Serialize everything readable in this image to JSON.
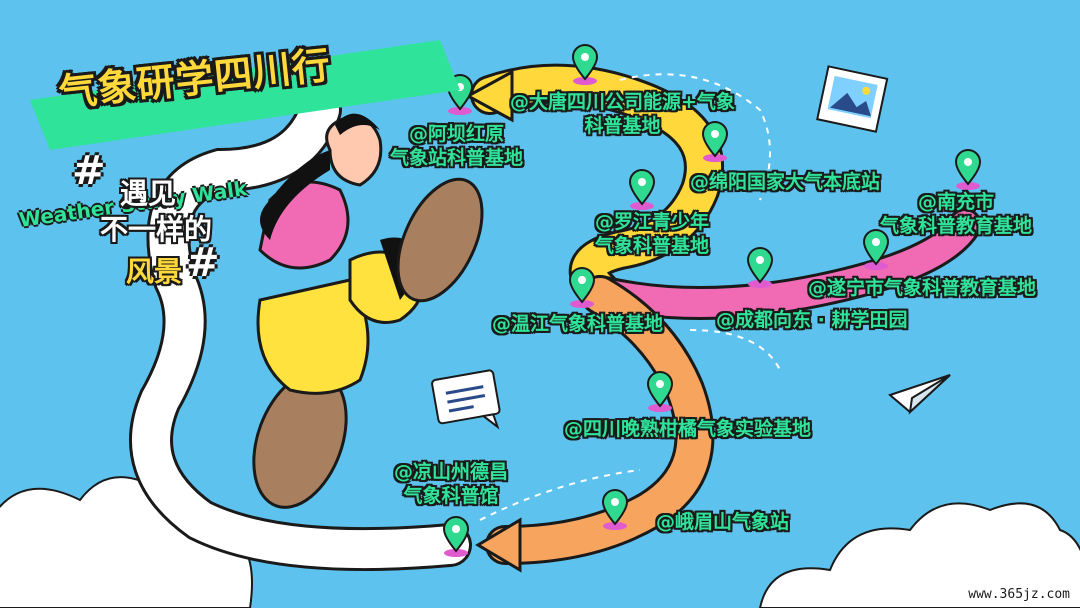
{
  "title": "气象研学四川行",
  "slogan": {
    "hash_left": "#",
    "line1": "遇见",
    "line2": "不一样的",
    "line3": "风景",
    "hash_right": "#",
    "english": "Weather Study Walk"
  },
  "stops": [
    {
      "id": "aba",
      "lines": [
        "@阿坝红原",
        "气象站科普基地"
      ]
    },
    {
      "id": "datang",
      "lines": [
        "@大唐四川公司能源+气象",
        "科普基地"
      ]
    },
    {
      "id": "mianyang",
      "lines": [
        "@绵阳国家大气本底站"
      ]
    },
    {
      "id": "nanchong",
      "lines": [
        "@南充市",
        "气象科普教育基地"
      ]
    },
    {
      "id": "luojiang",
      "lines": [
        "@罗江青少年",
        "气象科普基地"
      ]
    },
    {
      "id": "suining",
      "lines": [
        "@遂宁市气象科普教育基地"
      ]
    },
    {
      "id": "wenjiang",
      "lines": [
        "@温江气象科普基地"
      ]
    },
    {
      "id": "chengdu",
      "lines": [
        "@成都向东 · 耕学田园"
      ]
    },
    {
      "id": "sichuan",
      "lines": [
        "@四川晚熟柑橘气象实验基地"
      ]
    },
    {
      "id": "liangshan",
      "lines": [
        "@凉山州德昌",
        "气象科普馆"
      ]
    },
    {
      "id": "emei",
      "lines": [
        "@峨眉山气象站"
      ]
    }
  ],
  "watermark": "www.365jz.com",
  "colors": {
    "sky": "#5dc3ee",
    "label_text": "#2fe39a",
    "route_yellow": "#ffd93b",
    "route_pink": "#f06ab4",
    "route_orange": "#f7a55e",
    "pin_green": "#2fd98f",
    "pin_base": "#e05ad0"
  },
  "icons": [
    "location-pin-icon",
    "photo-icon",
    "chat-bubble-icon",
    "paper-plane-icon"
  ]
}
